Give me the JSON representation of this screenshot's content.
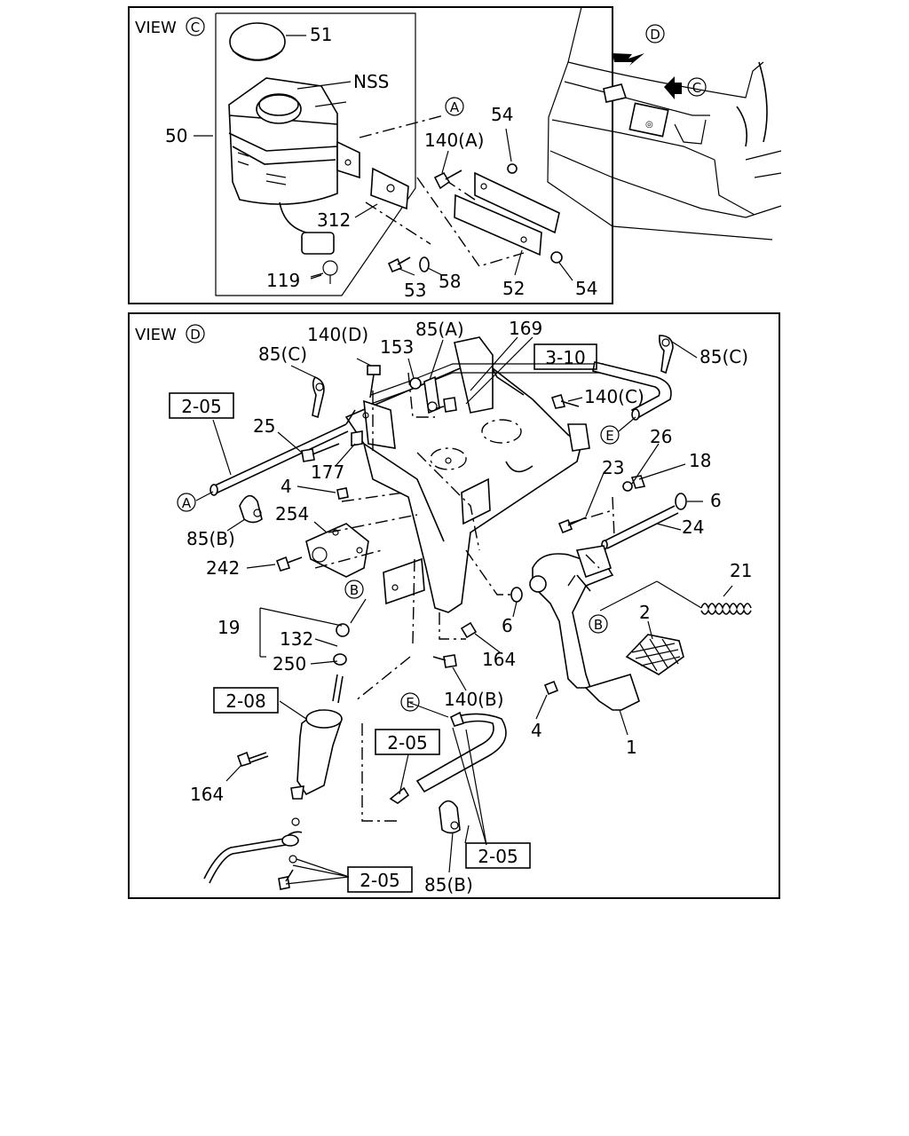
{
  "view_c": {
    "title_prefix": "VIEW",
    "title_letter": "C",
    "labels": {
      "p51": "51",
      "pNSS": "NSS",
      "p50": "50",
      "p54a": "54",
      "p140A": "140(A)",
      "p312": "312",
      "p119": "119",
      "p53": "53",
      "p58": "58",
      "p52": "52",
      "p54b": "54",
      "refA": "A"
    }
  },
  "cab_inset": {
    "arrow_d": "D",
    "arrow_c": "C"
  },
  "view_d": {
    "title_prefix": "VIEW",
    "title_letter": "D",
    "labels": {
      "p140D": "140(D)",
      "p153": "153",
      "p85A": "85(A)",
      "p169": "169",
      "p85C_left": "85(C)",
      "p85C_right": "85(C)",
      "p140C": "140(C)",
      "p25": "25",
      "p177": "177",
      "p4_top": "4",
      "p254": "254",
      "p85B_left": "85(B)",
      "p242": "242",
      "p26": "26",
      "p18": "18",
      "p23": "23",
      "p6_right": "6",
      "p24": "24",
      "p21": "21",
      "p2": "2",
      "p6_mid": "6",
      "p164_mid": "164",
      "p140B": "140(B)",
      "p4_bottom": "4",
      "p1": "1",
      "p19": "19",
      "p132": "132",
      "p250": "250",
      "p164_bottom": "164",
      "p85B_bottom": "85(B)"
    },
    "refs": {
      "r205_a": "2-05",
      "r310": "3-10",
      "r208": "2-08",
      "r205_b": "2-05",
      "r205_c": "2-05",
      "r205_d": "2-05"
    },
    "circles": {
      "cA": "A",
      "cE_top": "E",
      "cB_top": "B",
      "cB_pedal": "B",
      "cE_bottom": "E"
    }
  }
}
